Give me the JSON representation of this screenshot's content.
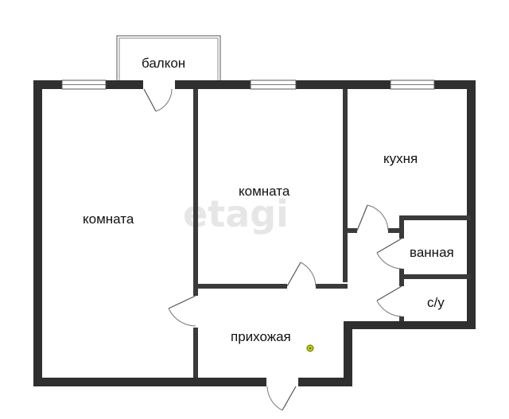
{
  "plan": {
    "watermark": "etagi",
    "rooms": {
      "room_left": "комната",
      "room_middle": "комната",
      "kitchen": "кухня",
      "bathroom": "ванная",
      "toilet": "с/у",
      "hallway": "прихожая",
      "balcony": "балкон"
    },
    "colors": {
      "wall": "#2f2f2f",
      "marker": "#c8d400"
    },
    "icons": [
      "door-swing-icon",
      "window-icon",
      "location-marker-icon"
    ]
  }
}
